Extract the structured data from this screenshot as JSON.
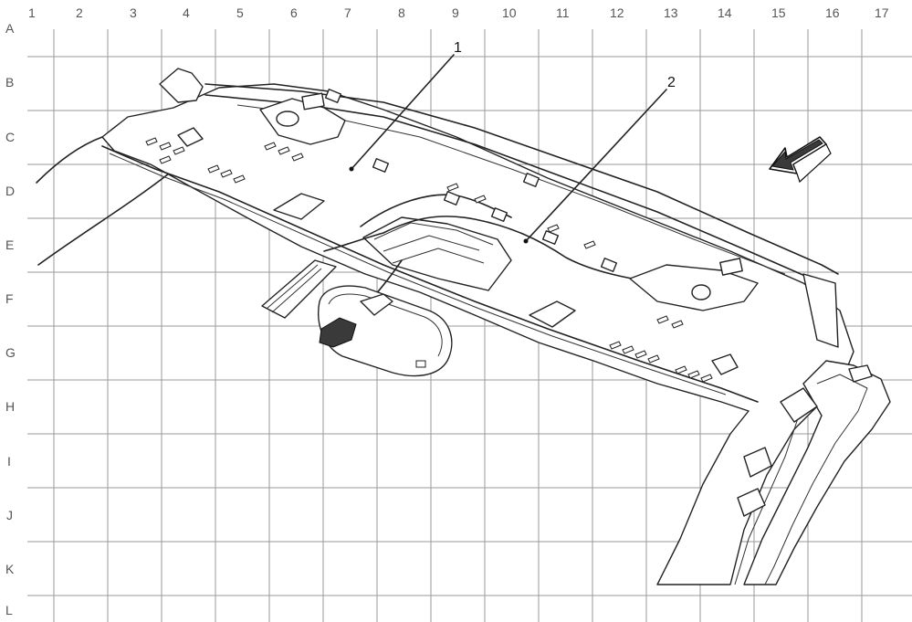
{
  "grid": {
    "columns": [
      "1",
      "2",
      "3",
      "4",
      "5",
      "6",
      "7",
      "8",
      "9",
      "10",
      "11",
      "12",
      "13",
      "14",
      "15",
      "16",
      "17"
    ],
    "rows": [
      "A",
      "B",
      "C",
      "D",
      "E",
      "F",
      "G",
      "H",
      "I",
      "J",
      "K",
      "L"
    ]
  },
  "callouts": [
    {
      "id": "1",
      "label": "1"
    },
    {
      "id": "2",
      "label": "2"
    }
  ],
  "colors": {
    "background": "#ffffff",
    "grid": "#9a9a9a",
    "linework": "#222222",
    "labels": "#555555"
  },
  "icons": {
    "direction_arrow": "front-direction-arrow-icon"
  }
}
